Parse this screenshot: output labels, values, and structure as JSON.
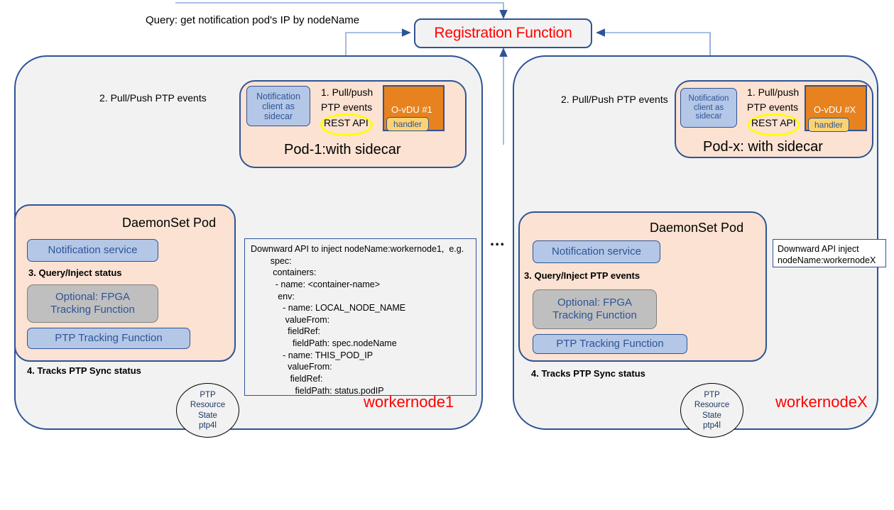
{
  "diagram": {
    "title_note": "Query: get notification pod's IP by nodeName",
    "registration_function": "Registration Function",
    "ellipsis": "...",
    "colors": {
      "pod_fill": "#FBE2D2",
      "node_fill": "#F2F2F2",
      "blue_box": "#B4C7E7",
      "grey_box": "#BFBFBF",
      "orange": "#E8821E",
      "handler_yellow": "#FBD374",
      "border_blue": "#2E5496",
      "accent_red": "#FF0000",
      "highlight_yellow": "#FFFF00"
    }
  },
  "left_node": {
    "node_label": "workernode1",
    "flow_2": "2. Pull/Push PTP events",
    "flow_1": "1. Pull/push\nPTP events",
    "flow_1_line1": "1. Pull/push",
    "flow_1_line2": "PTP events",
    "rest_api": "REST API",
    "pod": {
      "title": "Pod-1:with sidecar",
      "sidecar_box": "Notification\nclient as\nsidecar",
      "sidecar_line1": "Notification",
      "sidecar_line2": "client as",
      "sidecar_line3": "sidecar",
      "odu_label": "O-vDU #1",
      "handler": "handler"
    },
    "daemonset": {
      "title": "DaemonSet  Pod",
      "notification_service": "Notification service",
      "flow_3": "3. Query/Inject status",
      "fpga_box_line1": "Optional: FPGA",
      "fpga_box_line2": "Tracking  Function",
      "ptp_tracking": "PTP Tracking Function",
      "flow_4": "4. Tracks PTP Sync status"
    },
    "resource_circle": {
      "l1": "PTP",
      "l2": "Resource",
      "l3": "State",
      "l4": "ptp4l"
    },
    "downward_api": {
      "header": "Downward API to inject nodeName:workernode1,  e.g.",
      "lines": [
        "        spec:",
        "         containers:",
        "          - name: <container-name>",
        "           env:",
        "             - name: LOCAL_NODE_NAME",
        "              valueFrom:",
        "               fieldRef:",
        "                 fieldPath: spec.nodeName",
        "             - name: THIS_POD_IP",
        "               valueFrom:",
        "                fieldRef:",
        "                  fieldPath: status.podIP"
      ]
    }
  },
  "right_node": {
    "node_label": "workernodeX",
    "flow_2": "2. Pull/Push PTP events",
    "flow_1_line1": "1. Pull/push",
    "flow_1_line2": "PTP events",
    "rest_api": "REST API",
    "pod": {
      "title": "Pod-x: with sidecar",
      "sidecar_line1": "Notification",
      "sidecar_line2": "client as",
      "sidecar_line3": "sidecar",
      "odu_label": "O-vDU #X",
      "handler": "handler"
    },
    "daemonset": {
      "title": "DaemonSet  Pod",
      "notification_service": "Notification service",
      "flow_3": "3. Query/Inject PTP events",
      "fpga_box_line1": "Optional: FPGA",
      "fpga_box_line2": "Tracking Function",
      "ptp_tracking": "PTP Tracking Function",
      "flow_4": "4. Tracks PTP Sync status"
    },
    "resource_circle": {
      "l1": "PTP",
      "l2": "Resource",
      "l3": "State",
      "l4": "ptp4l"
    },
    "downward_api": {
      "line1": "Downward API inject",
      "line2": "nodeName:workernodeX"
    }
  }
}
